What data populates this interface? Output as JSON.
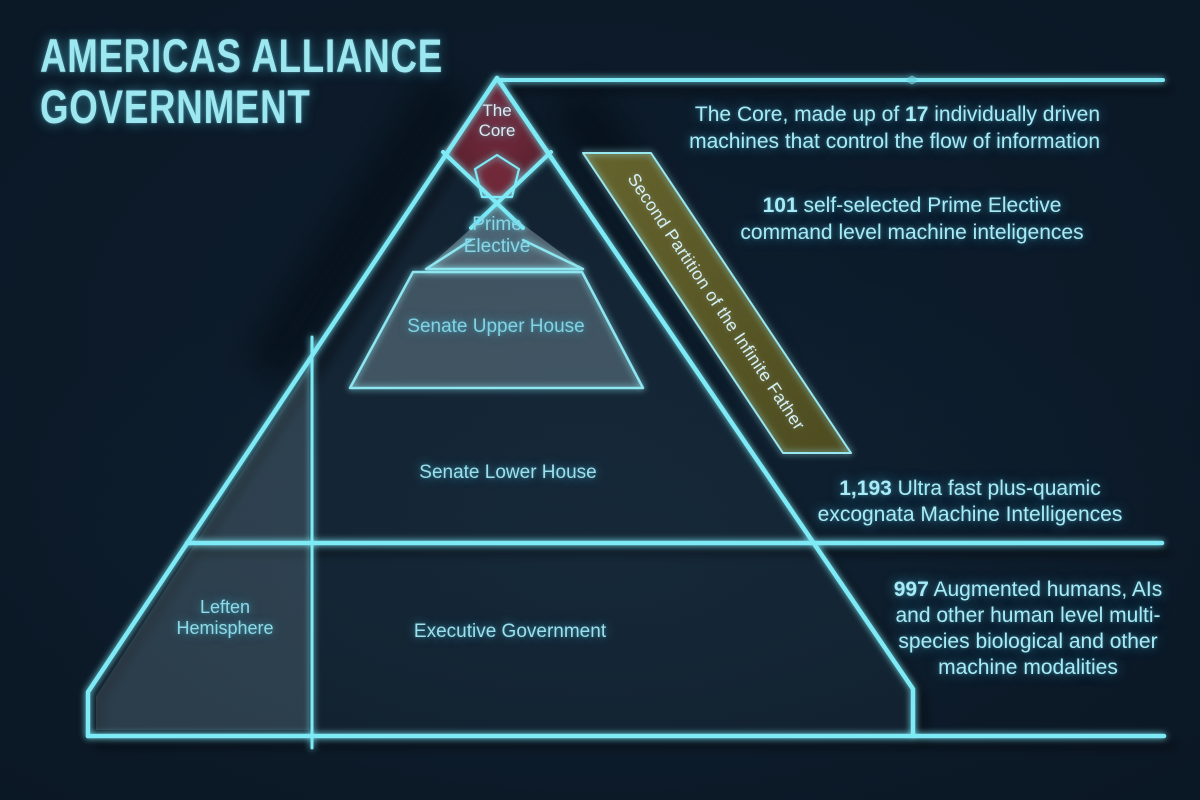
{
  "title": {
    "line1": "AMERICAS ALLIANCE",
    "line2": "GOVERNMENT"
  },
  "pyramid": {
    "core": {
      "line1": "The",
      "line2": "Core"
    },
    "prime": {
      "line1": "Prime",
      "line2": "Elective"
    },
    "senate_upper": {
      "label": "Senate Upper House"
    },
    "senate_lower": {
      "label": "Senate Lower House"
    },
    "executive": {
      "label": "Executive Government"
    },
    "leften": {
      "line1": "Leften",
      "line2": "Hemisphere"
    }
  },
  "banner": {
    "label": "Second Partition of the Infinite Father"
  },
  "annotations": {
    "core": {
      "pre": "The Core, made up of ",
      "num": "17",
      "post": " individually driven",
      "line2": "machines that control the flow of information"
    },
    "prime": {
      "num": "101",
      "post": " self-selected Prime Elective",
      "line2": "command level machine inteligences"
    },
    "senate_lower": {
      "num": "1,193",
      "post": " Ultra fast plus-quamic",
      "line2": "excognata Machine Intelligences"
    },
    "executive": {
      "num": "997",
      "post": " Augmented humans, AIs",
      "line2": "and other human level multi-",
      "line3": "species biological and other",
      "line4": "machine modalities"
    }
  },
  "colors": {
    "accent": "#7deaf5",
    "core_fill": "#6b2434",
    "banner_fill": "#5d5b2b",
    "background": "#0a1623",
    "text": "#a7ebf7"
  }
}
